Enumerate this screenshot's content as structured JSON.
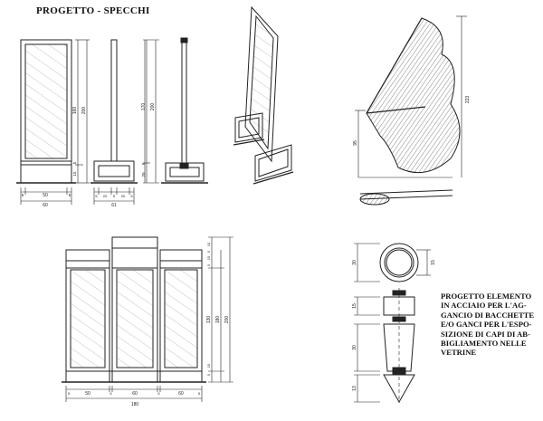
{
  "sheet": {
    "title": "PROGETTO - SPECCHI",
    "description_lines": [
      "PROGETTO ELEMENTO",
      "IN ACCIAIO  PER L'AG-",
      "GANCIO DI BACCHETTE",
      "E/O GANCI  PER L'ESPO-",
      "SIZIONE DI CAPI DI AB-",
      "BIGLIAMENTO  NELLE",
      "VETRINE"
    ]
  },
  "dimensions": {
    "front_mirror": {
      "width_top": "50",
      "overall_width": "60",
      "side_a": "5",
      "side_b": "5",
      "height": "160",
      "total_height": "200",
      "base_height": "15",
      "base_small": "5"
    },
    "side_view": {
      "base_parts": [
        "5",
        "20",
        "5",
        "20",
        "5"
      ],
      "overall_width": "61"
    },
    "stand_view": {
      "height": "170",
      "total_height": "200",
      "base_height": "20",
      "base_small": "5"
    },
    "sculpture": {
      "height": "223",
      "detail_height": "95"
    },
    "triptych": {
      "widths": [
        "50",
        "60",
        "60"
      ],
      "gaps": [
        "5",
        "5",
        "5",
        "5"
      ],
      "overall_width": "180",
      "panel_height": "130",
      "mid_height": "180",
      "total_height": "200",
      "top_parts": [
        "15",
        "5"
      ],
      "upper_parts": [
        "15",
        "5"
      ],
      "bottom_parts": [
        "15",
        "5"
      ]
    },
    "element": {
      "ring_outer": "30",
      "ring_inner": "15",
      "top_cap": "15",
      "body": "30",
      "tip": "13"
    }
  }
}
